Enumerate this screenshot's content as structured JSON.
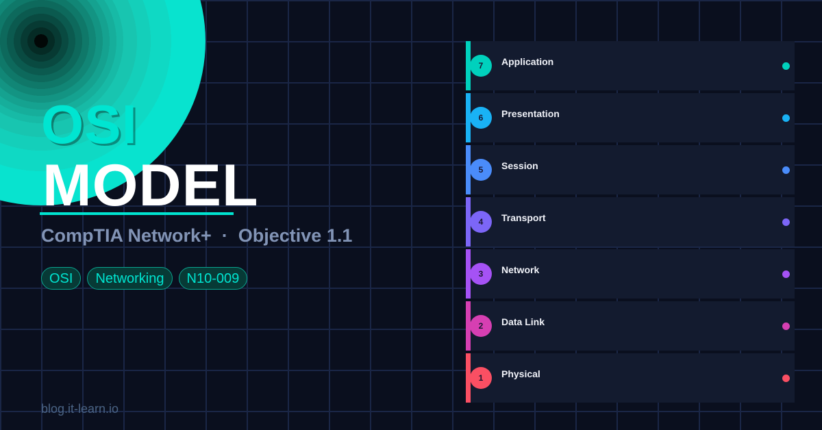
{
  "hero": {
    "title_line1": "OSI",
    "title_line2": "MODEL",
    "subtitle": "CompTIA Network+  ·  Objective 1.1",
    "tags": [
      "OSI",
      "Networking",
      "N10-009"
    ]
  },
  "footer": {
    "site": "blog.it-learn.io"
  },
  "colors": {
    "background": "#0a0f1e",
    "accent": "#00e5d1",
    "card": "#131b2f"
  },
  "layers": [
    {
      "number": "7",
      "name": "Application",
      "color": "#00d1bd"
    },
    {
      "number": "6",
      "name": "Presentation",
      "color": "#19b2f5"
    },
    {
      "number": "5",
      "name": "Session",
      "color": "#4a8cfa"
    },
    {
      "number": "4",
      "name": "Transport",
      "color": "#7c66f7"
    },
    {
      "number": "3",
      "name": "Network",
      "color": "#a552f5"
    },
    {
      "number": "2",
      "name": "Data Link",
      "color": "#d63fb2"
    },
    {
      "number": "1",
      "name": "Physical",
      "color": "#fa4f63"
    }
  ]
}
